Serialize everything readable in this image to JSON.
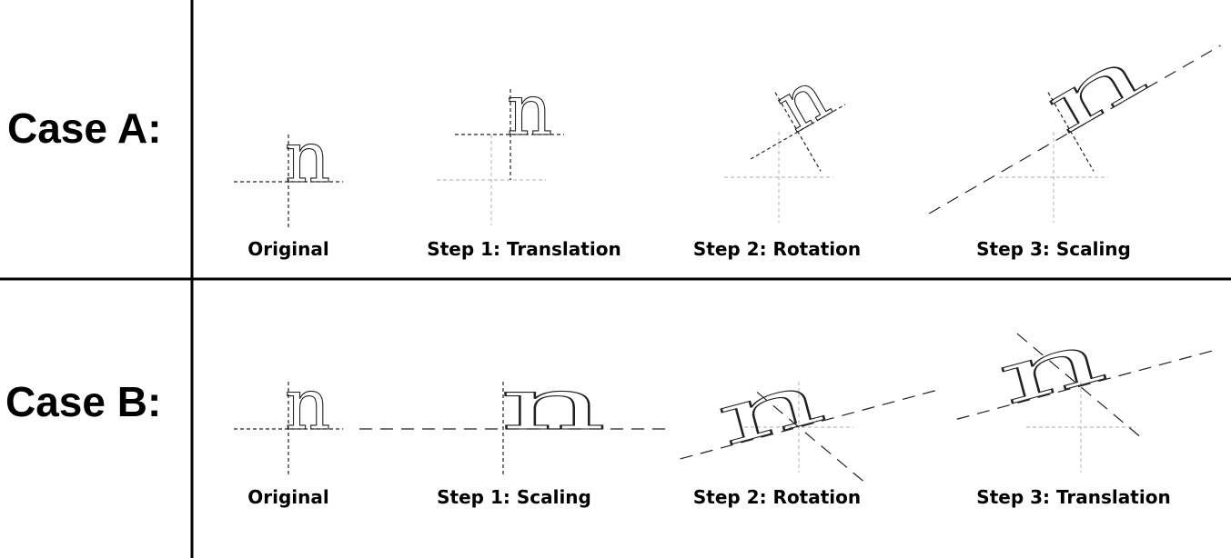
{
  "cases": [
    {
      "label": "Case A:",
      "steps": [
        "Original",
        "Step 1: Translation",
        "Step 2: Rotation",
        "Step 3: Scaling"
      ]
    },
    {
      "label": "Case B:",
      "steps": [
        "Original",
        "Step 1: Scaling",
        "Step 2: Rotation",
        "Step 3: Translation"
      ]
    }
  ],
  "glyph": "n"
}
